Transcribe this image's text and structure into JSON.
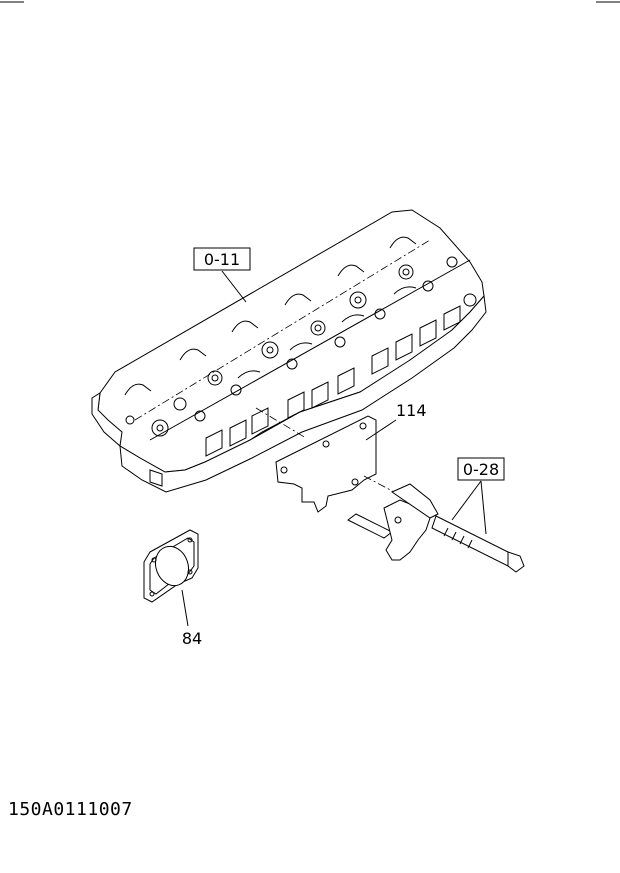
{
  "callouts": {
    "cylinder_head_ref": "0-11",
    "bracket_part": "114",
    "bolt_ref": "0-28",
    "gasket_part": "84"
  },
  "diagram_code": "150A0111007"
}
